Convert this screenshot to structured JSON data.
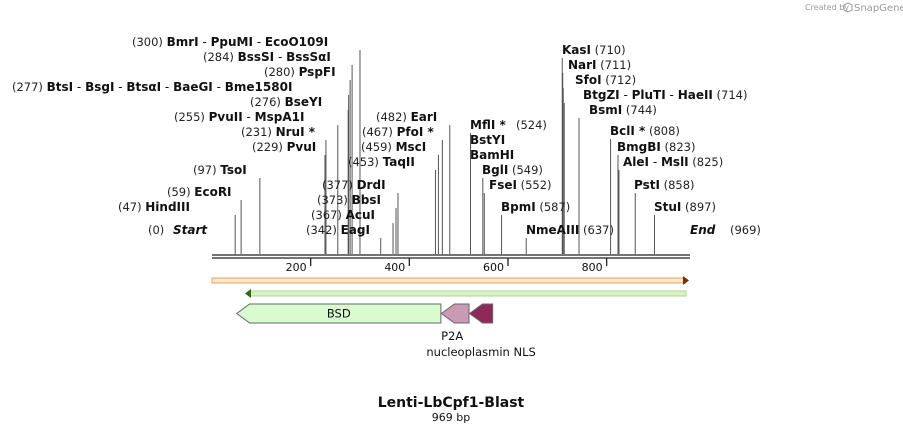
{
  "credit": {
    "text": "Created by",
    "brand": "SnapGene"
  },
  "map": {
    "name": "Lenti-LbCpf1-Blast",
    "length_label": "969 bp",
    "length": 969,
    "start_label": "Start",
    "end_label": "End",
    "ticks": [
      200,
      400,
      600,
      800
    ]
  },
  "sites": [
    {
      "pos": 0,
      "parts": [
        "Start"
      ],
      "italic": true
    },
    {
      "pos": 47,
      "parts": [
        "HindIII"
      ]
    },
    {
      "pos": 59,
      "parts": [
        "EcoRI"
      ]
    },
    {
      "pos": 97,
      "parts": [
        "TsoI"
      ]
    },
    {
      "pos": 229,
      "parts": [
        "PvuI"
      ]
    },
    {
      "pos": 231,
      "parts": [
        "NruI *"
      ]
    },
    {
      "pos": 255,
      "parts": [
        "PvuII",
        "MspA1I"
      ]
    },
    {
      "pos": 276,
      "parts": [
        "BseYI"
      ]
    },
    {
      "pos": 277,
      "parts": [
        "BtsI",
        "BsgI",
        "BtsαI",
        "BaeGI",
        "Bme1580I"
      ]
    },
    {
      "pos": 280,
      "parts": [
        "PspFI"
      ]
    },
    {
      "pos": 284,
      "parts": [
        "BssSI",
        "BssSαI"
      ]
    },
    {
      "pos": 300,
      "parts": [
        "BmrI",
        "PpuMI",
        "EcoO109I"
      ]
    },
    {
      "pos": 342,
      "parts": [
        "EagI"
      ]
    },
    {
      "pos": 367,
      "parts": [
        "AcuI"
      ]
    },
    {
      "pos": 373,
      "parts": [
        "BbsI"
      ]
    },
    {
      "pos": 377,
      "parts": [
        "DrdI"
      ]
    },
    {
      "pos": 453,
      "parts": [
        "TaqII"
      ]
    },
    {
      "pos": 459,
      "parts": [
        "MscI"
      ]
    },
    {
      "pos": 467,
      "parts": [
        "PfoI *"
      ]
    },
    {
      "pos": 482,
      "parts": [
        "EarI"
      ]
    },
    {
      "pos": 524,
      "parts": [
        "MflI *",
        "BstYI",
        "BamHI"
      ]
    },
    {
      "pos": 549,
      "parts": [
        "BglI"
      ]
    },
    {
      "pos": 552,
      "parts": [
        "FseI"
      ]
    },
    {
      "pos": 587,
      "parts": [
        "BpmI"
      ]
    },
    {
      "pos": 637,
      "parts": [
        "NmeAIII"
      ]
    },
    {
      "pos": 710,
      "parts": [
        "KasI"
      ]
    },
    {
      "pos": 711,
      "parts": [
        "NarI"
      ]
    },
    {
      "pos": 712,
      "parts": [
        "SfoI"
      ]
    },
    {
      "pos": 714,
      "parts": [
        "BtgZI",
        "PluTI",
        "HaeII"
      ]
    },
    {
      "pos": 744,
      "parts": [
        "BsmI"
      ]
    },
    {
      "pos": 808,
      "parts": [
        "BclI *"
      ]
    },
    {
      "pos": 823,
      "parts": [
        "BmgBI"
      ]
    },
    {
      "pos": 825,
      "parts": [
        "AleI",
        "MslI"
      ]
    },
    {
      "pos": 858,
      "parts": [
        "PstI"
      ]
    },
    {
      "pos": 897,
      "parts": [
        "StuI"
      ]
    },
    {
      "pos": 969,
      "parts": [
        "End"
      ],
      "italic": true
    }
  ],
  "features": [
    {
      "name": "BSD",
      "direction": "reverse",
      "color": "#d9fbd0",
      "stroke": "#666666",
      "start": 50,
      "end": 464
    },
    {
      "name": "P2A",
      "direction": "reverse",
      "color": "#c89ab3",
      "stroke": "#666666",
      "start": 465,
      "end": 521
    },
    {
      "name": "nucleoplasmin NLS",
      "direction": "reverse",
      "color": "#8e2a58",
      "stroke": "#666666",
      "start": 522,
      "end": 569
    }
  ],
  "strands": [
    {
      "type": "forward",
      "color": "#e6a15c"
    },
    {
      "type": "reverse",
      "color": "#a8d98e"
    }
  ]
}
